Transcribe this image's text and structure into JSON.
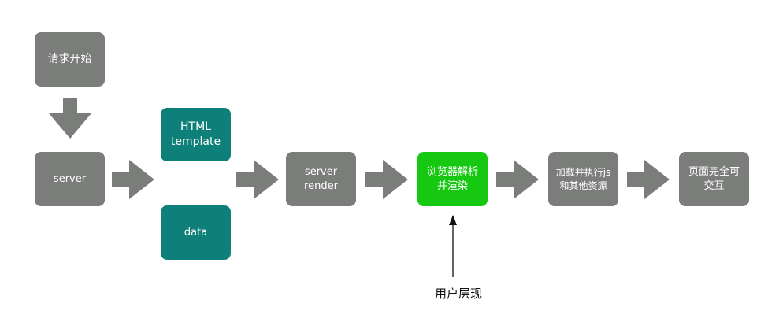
{
  "nodes": {
    "request_start": "请求开始",
    "server": "server",
    "html_template": "HTML\ntemplate",
    "data": "data",
    "server_render": "server\nrender",
    "browser_parse": "浏览器解析\n并渲染",
    "load_exec_js": "加载并执行js\n和其他资源",
    "page_interactive": "页面完全可\n交互"
  },
  "caption": "用户层现",
  "colors": {
    "gray": "#7b7d7b",
    "teal": "#0f8079",
    "green": "#17c812",
    "arrow": "#7b7d7b",
    "pointer": "#111111"
  }
}
